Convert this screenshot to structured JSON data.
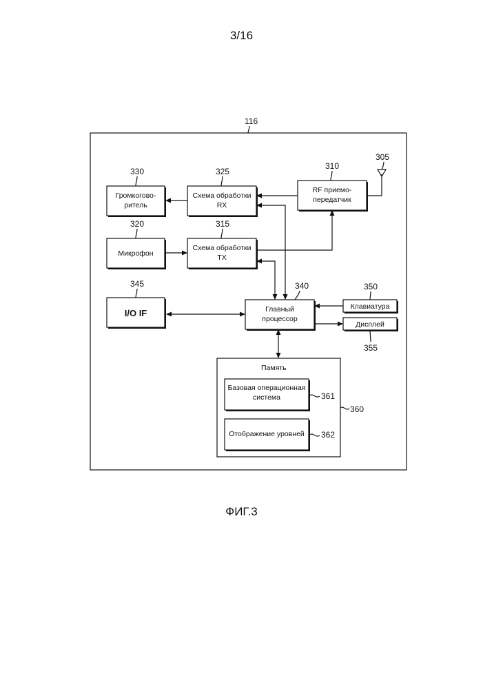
{
  "page_number": "3/16",
  "figure_caption": "ФИГ.3",
  "device_ref": "116",
  "blocks": {
    "speaker": {
      "ref": "330",
      "line1": "Громкогово-",
      "line2": "ритель"
    },
    "rx": {
      "ref": "325",
      "line1": "Схема обработки",
      "line2": "RX"
    },
    "rf": {
      "ref": "310",
      "line1": "RF приемо-",
      "line2": "передатчик"
    },
    "antenna": {
      "ref": "305"
    },
    "mic": {
      "ref": "320",
      "line1": "Микрофон"
    },
    "tx": {
      "ref": "315",
      "line1": "Схема обработки",
      "line2": "TX"
    },
    "io": {
      "ref": "345",
      "line1": "I/O IF"
    },
    "cpu": {
      "ref": "340",
      "line1": "Главный",
      "line2": "процессор"
    },
    "keypad": {
      "ref": "350",
      "line1": "Клавиатура"
    },
    "display": {
      "ref": "355",
      "line1": "Дисплей"
    },
    "memory": {
      "ref": "360",
      "line1": "Память"
    },
    "os": {
      "ref": "361",
      "line1": "Базовая операционная",
      "line2": "система"
    },
    "levels": {
      "ref": "362",
      "line1": "Отображение уровней"
    }
  }
}
